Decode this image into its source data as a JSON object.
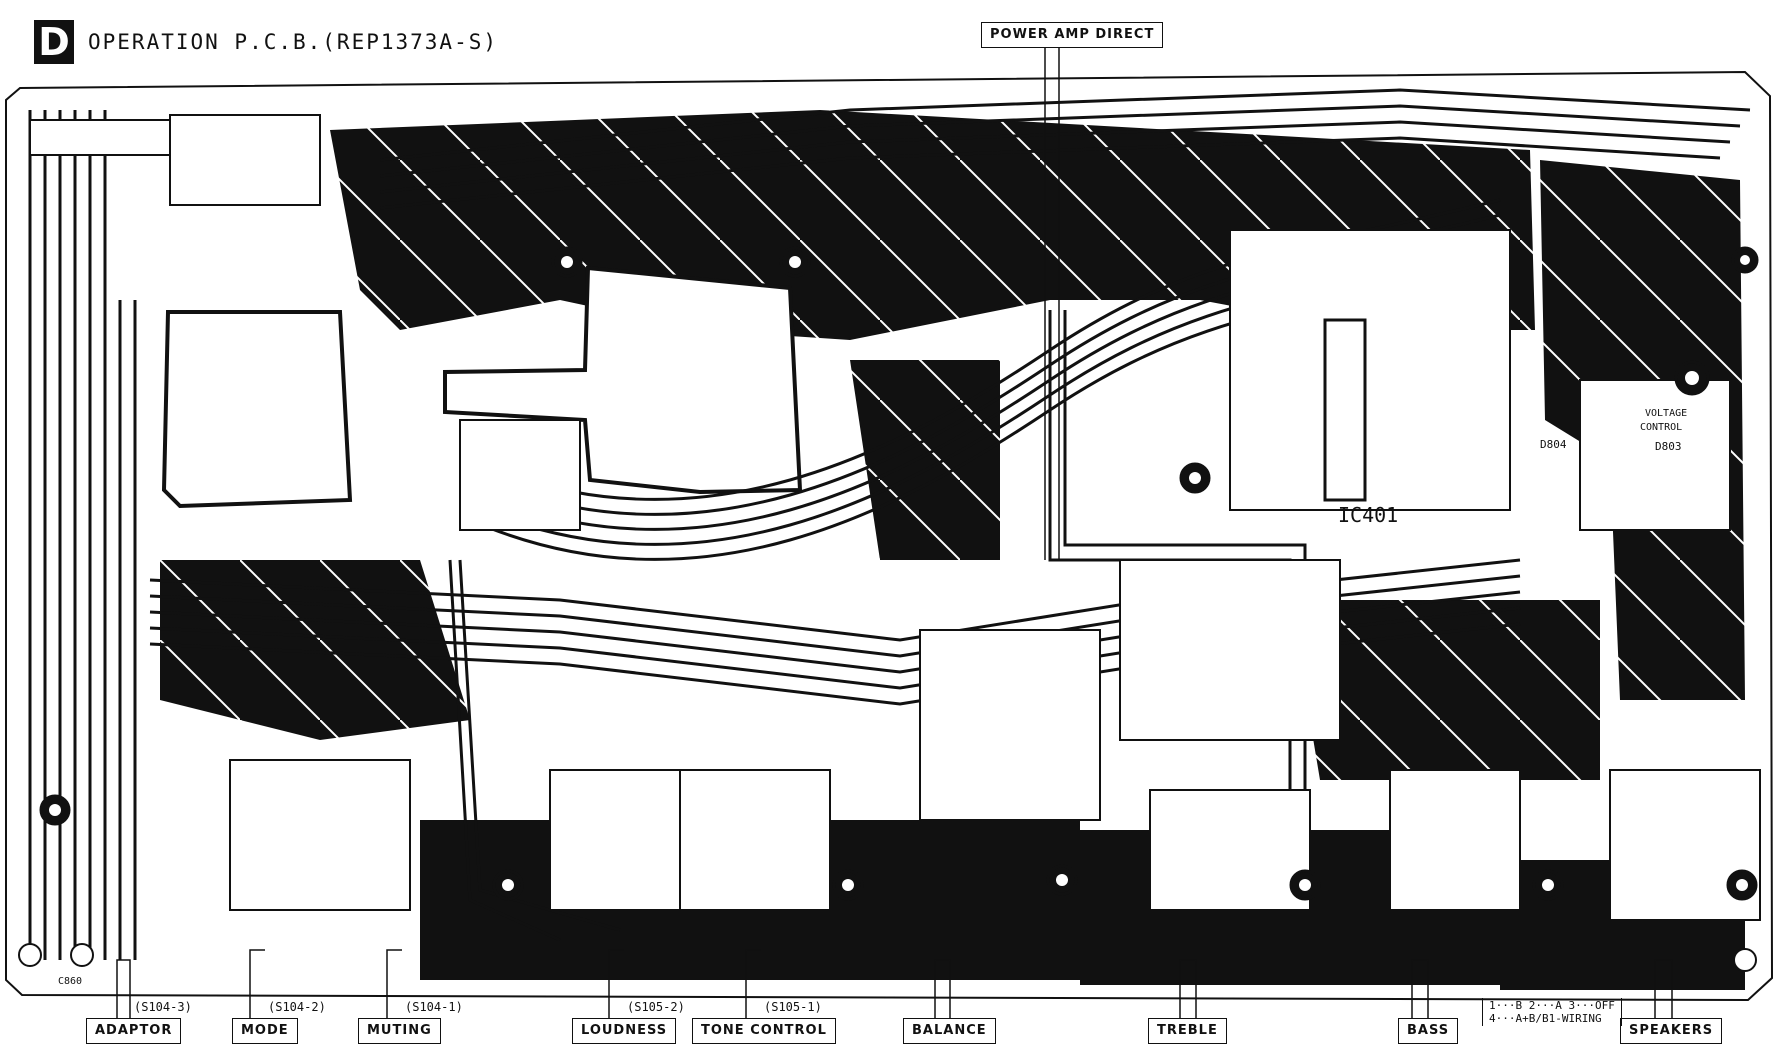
{
  "header": {
    "badge": "D",
    "title": "OPERATION P.C.B.(REP1373A-S)"
  },
  "top_label": "POWER AMP DIRECT",
  "bottom_labels": [
    {
      "id": "adaptor",
      "text": "ADAPTOR"
    },
    {
      "id": "mode",
      "text": "MODE"
    },
    {
      "id": "muting",
      "text": "MUTING"
    },
    {
      "id": "loudness",
      "text": "LOUDNESS"
    },
    {
      "id": "tone-control",
      "text": "TONE CONTROL"
    },
    {
      "id": "balance",
      "text": "BALANCE"
    },
    {
      "id": "treble",
      "text": "TREBLE"
    },
    {
      "id": "bass",
      "text": "BASS"
    },
    {
      "id": "speakers",
      "text": "SPEAKERS"
    }
  ],
  "switch_refs": {
    "adaptor": "(S104-3)",
    "mode": "(S104-2)",
    "muting": "(S104-1)",
    "loudness": "(S105-2)",
    "tone": "(S105-1)"
  },
  "speaker_note": {
    "line1": "1···B 2···A 3···OFF",
    "line2": "4···A+B/B1-WIRING"
  },
  "board_marks": {
    "ic": "IC401",
    "voltage": "VOLTAGE",
    "control": "CONTROL",
    "d803": "D803",
    "d804": "D804",
    "c860": "C860"
  }
}
